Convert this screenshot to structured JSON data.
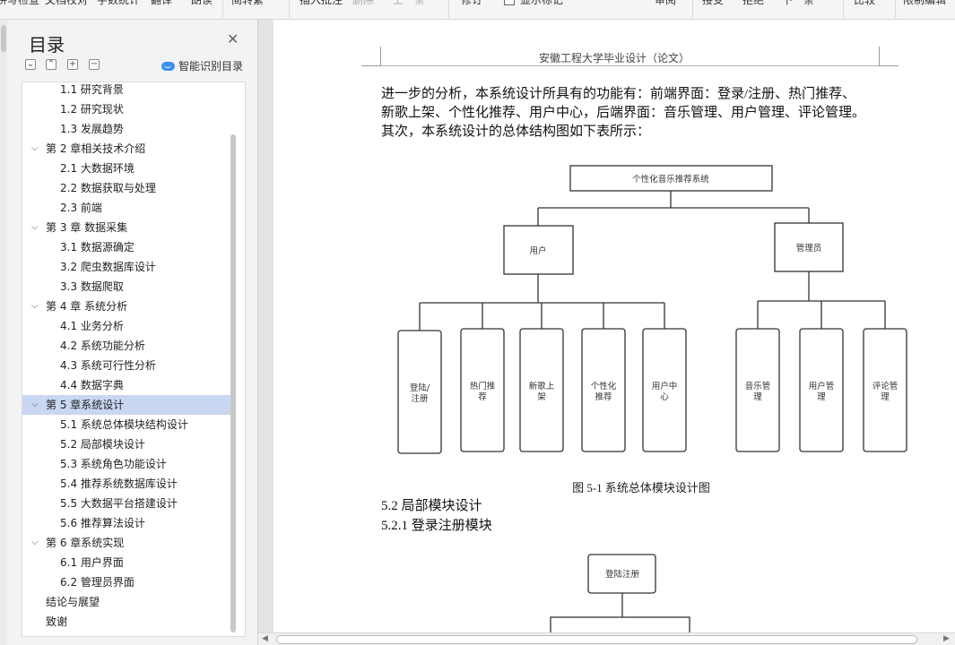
{
  "toolbar": {
    "items": [
      "拼写检查",
      "文档校对",
      "字数统计",
      "翻译",
      "朗读",
      "简转繁",
      "插入批注",
      "删除",
      "上一条",
      "下一条",
      "修订",
      "显示标记",
      "审阅",
      "接受",
      "拒绝",
      "上一条",
      "下一条",
      "比较",
      "限制编辑"
    ]
  },
  "outline": {
    "title": "目录",
    "smart_label": "智能识别目录",
    "items": [
      {
        "label": "1.1 研究背景",
        "level": 2
      },
      {
        "label": "1.2 研究现状",
        "level": 2
      },
      {
        "label": "1.3 发展趋势",
        "level": 2
      },
      {
        "label": "第 2 章相关技术介绍",
        "level": 1
      },
      {
        "label": "2.1 大数据环境",
        "level": 2
      },
      {
        "label": "2.2 数据获取与处理",
        "level": 2
      },
      {
        "label": "2.3 前端",
        "level": 2
      },
      {
        "label": "第 3 章  数据采集",
        "level": 1
      },
      {
        "label": "3.1 数据源确定",
        "level": 2
      },
      {
        "label": "3.2 爬虫数据库设计",
        "level": 2
      },
      {
        "label": "3.3 数据爬取",
        "level": 2
      },
      {
        "label": "第 4 章  系统分析",
        "level": 1
      },
      {
        "label": "4.1 业务分析",
        "level": 2
      },
      {
        "label": "4.2 系统功能分析",
        "level": 2
      },
      {
        "label": "4.3 系统可行性分析",
        "level": 2
      },
      {
        "label": "4.4 数据字典",
        "level": 2
      },
      {
        "label": "第 5 章系统设计",
        "level": 1,
        "selected": true
      },
      {
        "label": "5.1 系统总体模块结构设计",
        "level": 2
      },
      {
        "label": "5.2 局部模块设计",
        "level": 2
      },
      {
        "label": "5.3 系统角色功能设计",
        "level": 2
      },
      {
        "label": "5.4 推荐系统数据库设计",
        "level": 2
      },
      {
        "label": "5.5 大数据平台搭建设计",
        "level": 2
      },
      {
        "label": "5.6 推荐算法设计",
        "level": 2
      },
      {
        "label": "第 6 章系统实现",
        "level": 1
      },
      {
        "label": "6.1 用户界面",
        "level": 2
      },
      {
        "label": "6.2 管理员界面",
        "level": 2
      },
      {
        "label": "结论与展望",
        "level": 0
      },
      {
        "label": "致谢",
        "level": 0
      }
    ]
  },
  "document": {
    "header": "安徽工程大学毕业设计（论文）",
    "paragraph_lines": [
      "进一步的分析，本系统设计所具有的功能有：前端界面：登录/注册、热门推荐、",
      "新歌上架、个性化推荐、用户中心，后端界面：音乐管理、用户管理、评论管理。",
      "其次，本系统设计的总体结构图如下表所示："
    ],
    "diagram": {
      "root": "个性化音乐推荐系统",
      "user": "用户",
      "admin": "管理员",
      "user_leaves": [
        [
          "登陆/",
          "注册"
        ],
        [
          "热门推",
          "荐"
        ],
        [
          "新歌上",
          "架"
        ],
        [
          "个性化",
          "推荐"
        ],
        [
          "用户中",
          "心"
        ]
      ],
      "admin_leaves": [
        [
          "音乐管",
          "理"
        ],
        [
          "用户管",
          "理"
        ],
        [
          "评论管",
          "理"
        ]
      ]
    },
    "caption": "图 5-1  系统总体模块设计图",
    "section_heading": "5.2  局部模块设计",
    "subsection_heading": "5.2.1  登录注册模块",
    "login_box": "登陆注册"
  }
}
